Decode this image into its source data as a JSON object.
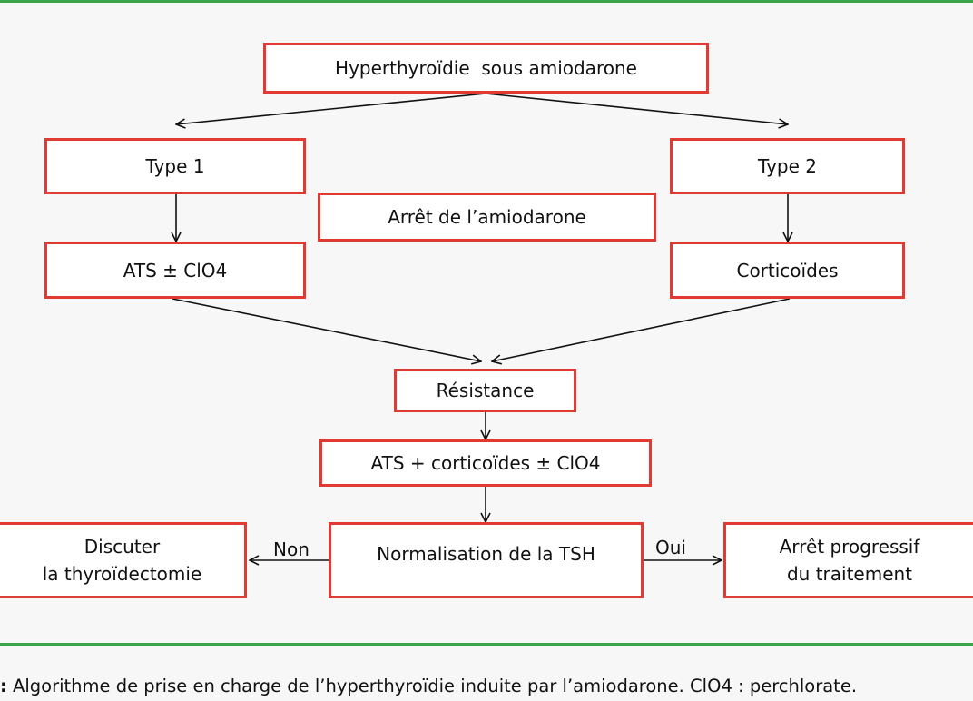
{
  "nodes": {
    "root": "Hyperthyroïdie  sous amiodarone",
    "type1": "Type 1",
    "type2": "Type 2",
    "arret": "Arrêt de l’amiodarone",
    "ats": "ATS ± ClO4",
    "cortico": "Corticoïdes",
    "resistance": "Résistance",
    "combined": "ATS + corticoïdes ± ClO4",
    "normalisation": "Normalisation de la TSH",
    "discuter_l1": "Discuter",
    "discuter_l2": "la thyroïdectomie",
    "arretprog_l1": "Arrêt progressif",
    "arretprog_l2": "du traitement"
  },
  "edges": {
    "non": "Non",
    "oui": "Oui"
  },
  "caption": {
    "lead": ":",
    "text": " Algorithme de prise en charge de l’hyperthyroïdie induite par l’amiodarone. ClO4 : perchlorate."
  },
  "colors": {
    "box_border": "#e03a32",
    "rule": "#3aa54a",
    "arrow": "#111111"
  }
}
